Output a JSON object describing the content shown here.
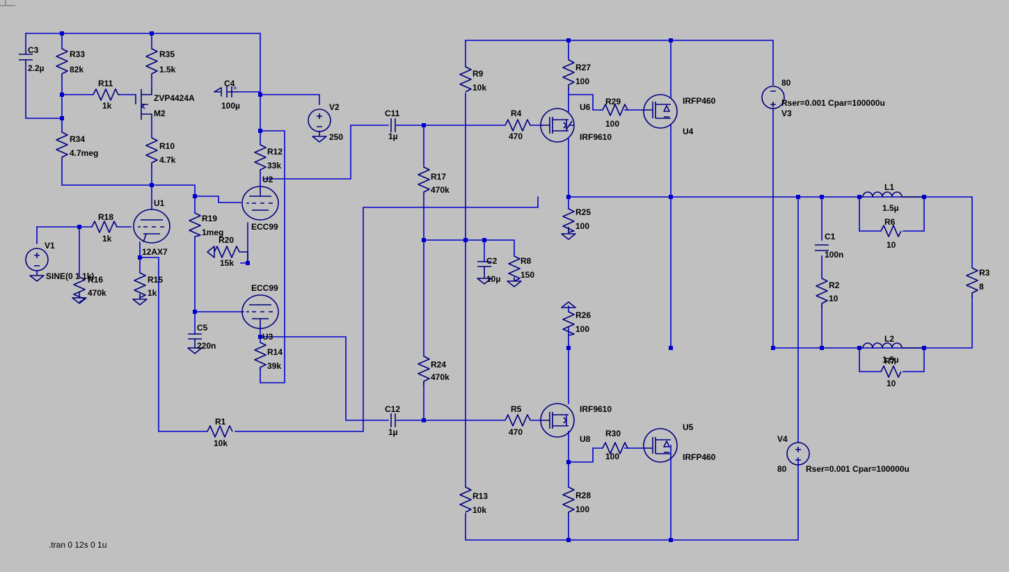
{
  "components": {
    "C3": {
      "ref": "C3",
      "val": "2.2µ"
    },
    "R33": {
      "ref": "R33",
      "val": "82k"
    },
    "R35": {
      "ref": "R35",
      "val": "1.5k"
    },
    "R11": {
      "ref": "R11",
      "val": "1k"
    },
    "M2": {
      "ref": "M2",
      "val": "ZVP4424A"
    },
    "C4": {
      "ref": "C4",
      "val": "100µ"
    },
    "V2": {
      "ref": "V2",
      "val": "250"
    },
    "R34": {
      "ref": "R34",
      "val": "4.7meg"
    },
    "R10": {
      "ref": "R10",
      "val": "4.7k"
    },
    "R12": {
      "ref": "R12",
      "val": "33k"
    },
    "U2": {
      "ref": "U2",
      "val": "ECC99"
    },
    "U1": {
      "ref": "U1",
      "val": "12AX7"
    },
    "R18": {
      "ref": "R18",
      "val": "1k"
    },
    "R19": {
      "ref": "R19",
      "val": "1meg"
    },
    "R20": {
      "ref": "R20",
      "val": "15k"
    },
    "V1": {
      "ref": "V1",
      "val": "SINE(0 1 1k)"
    },
    "R16": {
      "ref": "R16",
      "val": "470k"
    },
    "R15": {
      "ref": "R15",
      "val": "1k"
    },
    "U3": {
      "ref": "U3",
      "val": "ECC99"
    },
    "C5": {
      "ref": "C5",
      "val": "220n"
    },
    "R14": {
      "ref": "R14",
      "val": "39k"
    },
    "R1": {
      "ref": "R1",
      "val": "10k"
    },
    "C11": {
      "ref": "C11",
      "val": "1µ"
    },
    "C12": {
      "ref": "C12",
      "val": "1µ"
    },
    "R17": {
      "ref": "R17",
      "val": "470k"
    },
    "R24": {
      "ref": "R24",
      "val": "470k"
    },
    "R9": {
      "ref": "R9",
      "val": "10k"
    },
    "R13": {
      "ref": "R13",
      "val": "10k"
    },
    "C2": {
      "ref": "C2",
      "val": "10µ"
    },
    "R8": {
      "ref": "R8",
      "val": "150"
    },
    "R4": {
      "ref": "R4",
      "val": "470"
    },
    "R5": {
      "ref": "R5",
      "val": "470"
    },
    "U6": {
      "ref": "U6",
      "val": "IRF9610"
    },
    "U8": {
      "ref": "U8",
      "val": "IRF9610"
    },
    "R27": {
      "ref": "R27",
      "val": "100"
    },
    "R29": {
      "ref": "R29",
      "val": "100"
    },
    "R25": {
      "ref": "R25",
      "val": "100"
    },
    "R26": {
      "ref": "R26",
      "val": "100"
    },
    "R30": {
      "ref": "R30",
      "val": "100"
    },
    "R28": {
      "ref": "R28",
      "val": "100"
    },
    "U4": {
      "ref": "U4",
      "val": "IRFP460"
    },
    "U5": {
      "ref": "U5",
      "val": "IRFP460"
    },
    "V3": {
      "ref": "V3",
      "val": "80",
      "extra": "Rser=0.001 Cpar=100000u"
    },
    "V4": {
      "ref": "V4",
      "val": "80",
      "extra": "Rser=0.001 Cpar=100000u"
    },
    "L1": {
      "ref": "L1",
      "val": "1.5µ"
    },
    "R6": {
      "ref": "R6",
      "val": "10"
    },
    "L2": {
      "ref": "L2",
      "val": "1.5µ"
    },
    "R7": {
      "ref": "R7",
      "val": "10"
    },
    "C1": {
      "ref": "C1",
      "val": "100n"
    },
    "R2": {
      "ref": "R2",
      "val": "10"
    },
    "R3": {
      "ref": "R3",
      "val": "8"
    }
  },
  "directive": ".tran 0 12s 0 1u"
}
